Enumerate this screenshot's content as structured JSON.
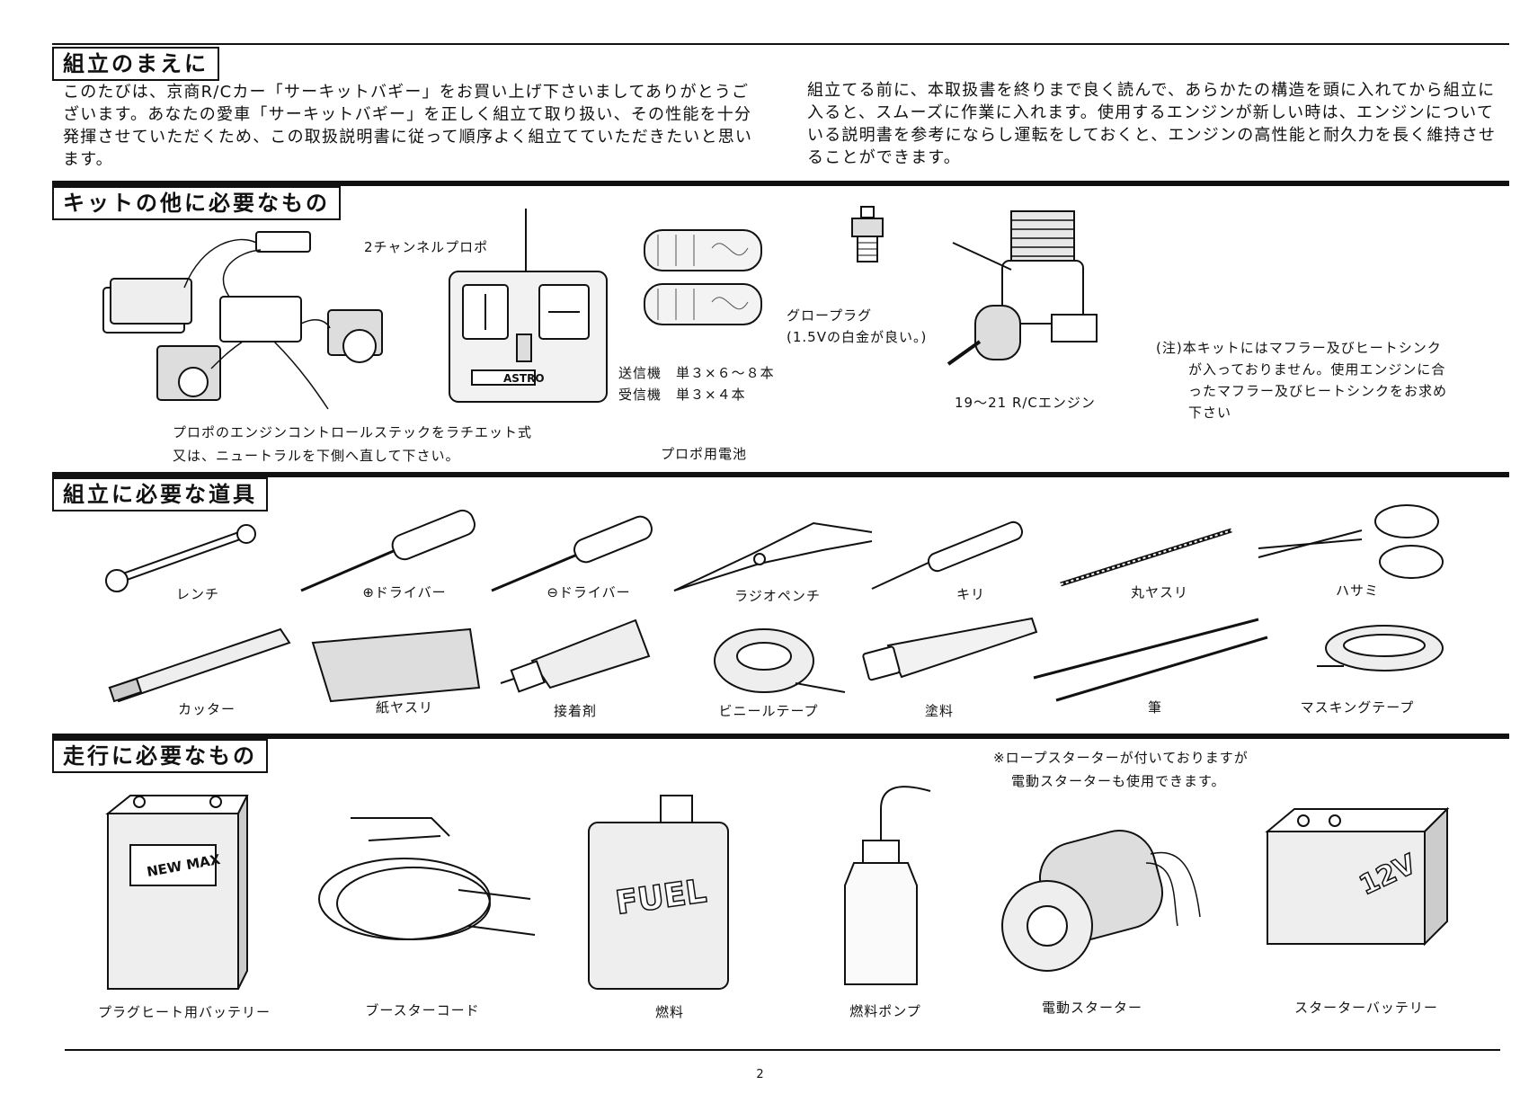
{
  "section1": {
    "title": "組立のまえに",
    "left_paragraph": "このたびは、京商R/Cカー「サーキットバギー」をお買い上げ下さいましてありがとうございます。あなたの愛車「サーキットバギー」を正しく組立て取り扱い、その性能を十分発揮させていただくため、この取扱説明書に従って順序よく組立てていただきたいと思います。",
    "right_paragraph": "組立てる前に、本取扱書を終りまで良く読んで、あらかたの構造を頭に入れてから組立に入ると、スムーズに作業に入れます。使用するエンジンが新しい時は、エンジンについている説明書を参考にならし運転をしておくと、エンジンの高性能と耐久力を長く維持させることができます。"
  },
  "section2": {
    "title": "キットの他に必要なもの",
    "radio_label": "2チャンネルプロポ",
    "radio_brand": "ASTRO",
    "radio_note_line1": "プロポのエンジンコントロールステックをラチエット式",
    "radio_note_line2": "又は、ニュートラルを下側へ直して下さい。",
    "battery_tx": "送信機　単３×６～８本",
    "battery_rx": "受信機　単３×４本",
    "battery_label": "プロポ用電池",
    "glow_label": "グロープラグ",
    "glow_note": "(1.5Vの白金が良い。)",
    "engine_label": "19～21 R/Cエンジン",
    "note_line1": "(注)本キットにはマフラー及びヒートシンク",
    "note_line2": "が入っておりません。使用エンジンに合",
    "note_line3": "ったマフラー及びヒートシンクをお求め",
    "note_line4": "下さい"
  },
  "section3": {
    "title": "組立に必要な道具",
    "tools_row1": [
      "レンチ",
      "⊕ドライバー",
      "⊖ドライバー",
      "ラジオペンチ",
      "キリ",
      "丸ヤスリ",
      "ハサミ"
    ],
    "tools_row2": [
      "カッター",
      "紙ヤスリ",
      "接着剤",
      "ビニールテープ",
      "塗料",
      "筆",
      "マスキングテープ"
    ]
  },
  "section4": {
    "title": "走行に必要なもの",
    "starter_note_line1": "※ロープスターターが付いておりますが",
    "starter_note_line2": "電動スターターも使用できます。",
    "items": [
      "プラグヒート用バッテリー",
      "ブースターコード",
      "燃料",
      "燃料ポンプ",
      "電動スターター",
      "スターターバッテリー"
    ],
    "battery_brand": "NEW MAX",
    "fuel_brand": "FUEL",
    "voltage": "12V"
  },
  "page_number": "2"
}
